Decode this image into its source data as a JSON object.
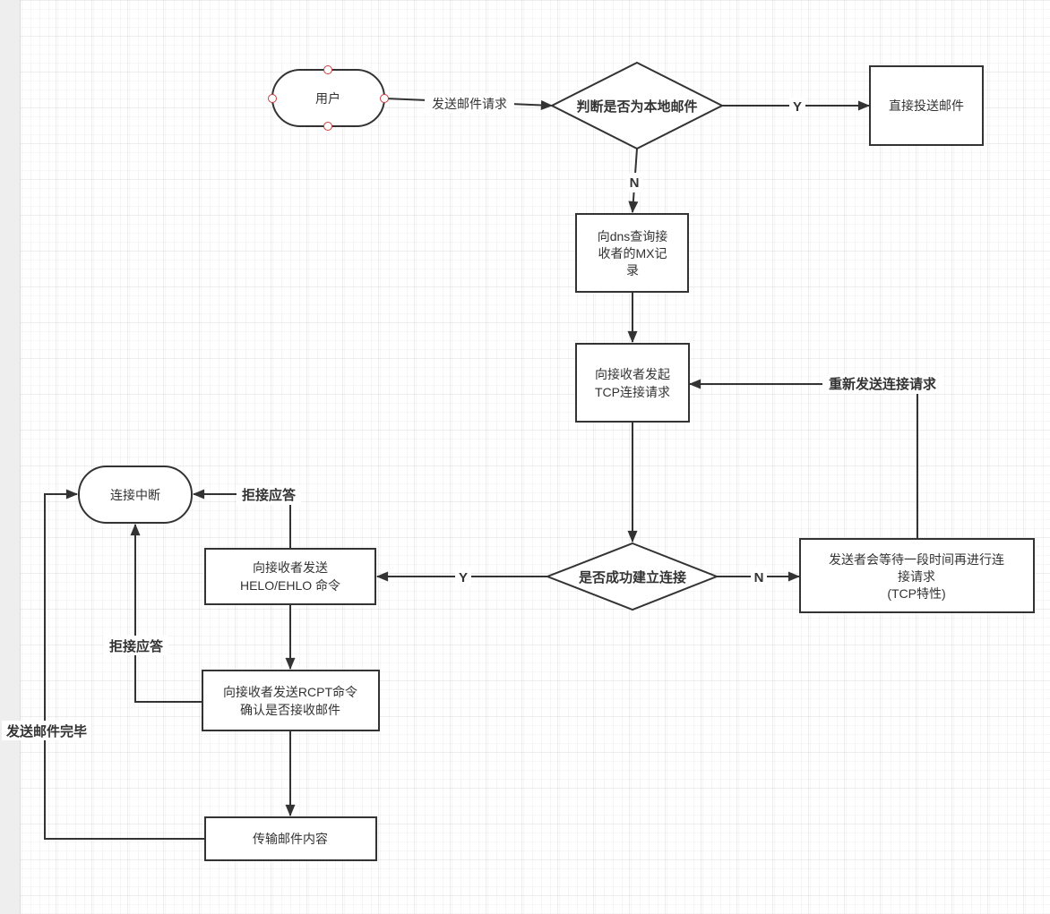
{
  "nodes": {
    "user": "用户",
    "is_local": "判断是否为本地邮件",
    "direct_deliver": "直接投送邮件",
    "dns_query": [
      "向dns查询接",
      "收者的MX记",
      "录"
    ],
    "tcp_request": [
      "向接收者发起",
      "TCP连接请求"
    ],
    "connected": "是否成功建立连接",
    "wait_retry": [
      "发送者会等待一段时间再进行连",
      "接请求",
      "(TCP特性)"
    ],
    "helo": [
      "向接收者发送",
      "HELO/EHLO 命令"
    ],
    "rcpt": [
      "向接收者发送RCPT命令",
      "确认是否接收邮件"
    ],
    "transfer": "传输邮件内容",
    "disconnect": "连接中断"
  },
  "edges": {
    "send_request": "发送邮件请求",
    "yes_local": "Y",
    "no_local": "N",
    "retry": "重新发送连接请求",
    "yes_connect": "Y",
    "no_connect": "N",
    "reject_helo": "拒接应答",
    "reject_rcpt": "拒接应答",
    "finished": "发送邮件完毕"
  },
  "colors": {
    "stroke": "#333333",
    "text": "#333333",
    "grid_minor": "#ececec",
    "grid_major": "#dcdcdc",
    "handle": "#cc3b3b"
  }
}
